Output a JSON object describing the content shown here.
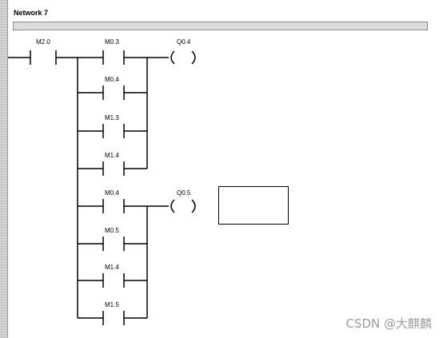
{
  "network": {
    "title": "Network 7"
  },
  "contacts": [
    {
      "id": "c-m20",
      "label": "M2.0"
    },
    {
      "id": "c-m03",
      "label": "M0.3"
    },
    {
      "id": "c-m04a",
      "label": "M0.4"
    },
    {
      "id": "c-m13",
      "label": "M1.3"
    },
    {
      "id": "c-m14a",
      "label": "M1.4"
    },
    {
      "id": "c-m04b",
      "label": "M0.4"
    },
    {
      "id": "c-m05",
      "label": "M0.5"
    },
    {
      "id": "c-m14b",
      "label": "M1.4"
    },
    {
      "id": "c-m15",
      "label": "M1.5"
    }
  ],
  "coils": [
    {
      "id": "q04",
      "label": "Q0.4"
    },
    {
      "id": "q05",
      "label": "Q0.5"
    }
  ],
  "watermark": "CSDN @大麒麟"
}
